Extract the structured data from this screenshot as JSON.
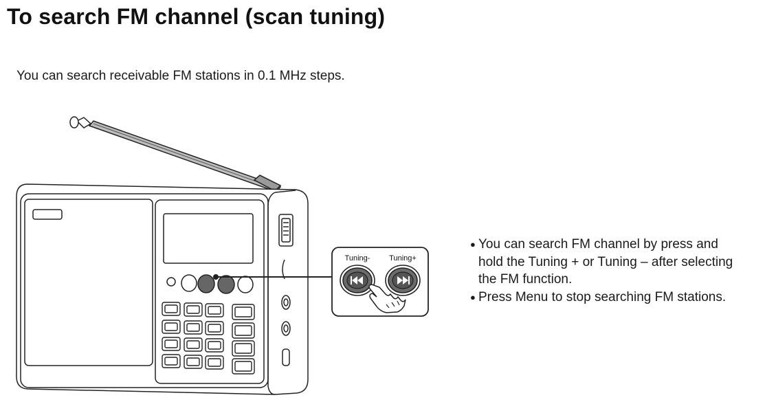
{
  "title": "To search FM channel (scan tuning)",
  "intro": "You can search receivable FM stations in 0.1 MHz steps.",
  "illustration": {
    "tuning_minus_label": "Tuning-",
    "tuning_plus_label": "Tuning+",
    "icons": [
      "antenna-icon",
      "radio-icon",
      "skip-back-icon",
      "skip-forward-icon",
      "pointing-hand-icon"
    ]
  },
  "notes": [
    {
      "lines": [
        "You can search FM channel by press and",
        "hold the Tuning + or Tuning – after selecting",
        "the FM function."
      ]
    },
    {
      "lines": [
        "Press Menu to stop searching FM stations."
      ]
    }
  ]
}
